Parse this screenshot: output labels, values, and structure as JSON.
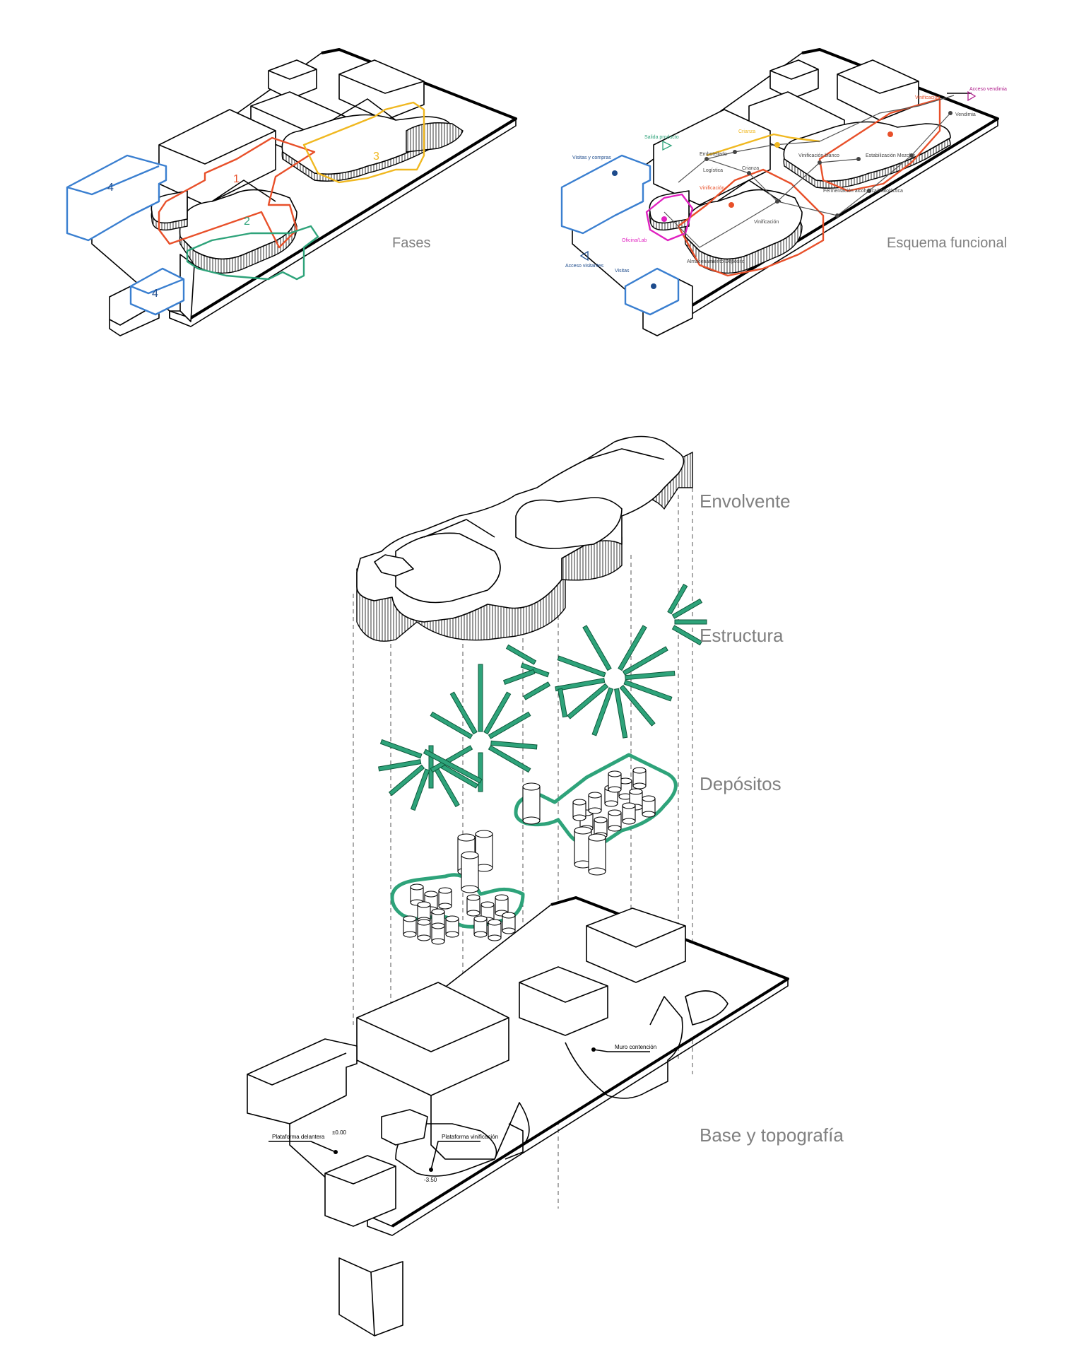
{
  "panels": {
    "fases": {
      "title": "Fases",
      "phase_labels": [
        "1",
        "2",
        "3",
        "4",
        "4"
      ],
      "colors": {
        "phase1": "#e8502a",
        "phase2": "#2ea37a",
        "phase3": "#f0b820",
        "phase4": "#3a7fd0"
      }
    },
    "esquema": {
      "title": "Esquema funcional",
      "labels": {
        "acceso_vendimia": "Acceso vendimia",
        "vinificacion_top": "Vinificación",
        "vendimia": "Vendimia",
        "salida_producto": "Salida producto",
        "crianza_top": "Crianza",
        "embotellado": "Embotellado",
        "logistica": "Logística",
        "crianza": "Crianza",
        "visitas_compras": "Visitas y compras",
        "vinificacion_mid": "Vinificación",
        "vinificacion_blanco": "Vinificación blanco",
        "estabilizacion": "Estabilización Mezclas",
        "fermentacion": "Fermentación alcohólica/Maloláctica",
        "vinificacion_low": "Vinificación",
        "oficina_lab": "Oficina/Lab",
        "acceso_visitantes": "Acceso visitantes",
        "visitas": "Visitas",
        "almacen": "Almacenamiento Depósito"
      },
      "colors": {
        "acceso": "#b01e8c",
        "vinificacion": "#e8502a",
        "salida": "#2ea37a",
        "crianza": "#f0b820",
        "visitas": "#3a7fd0",
        "oficina": "#e020c0"
      }
    },
    "exploded": {
      "layers": [
        "Envolvente",
        "Estructura",
        "Depósitos",
        "Base y topografía"
      ],
      "annotations": {
        "muro": "Muro contención",
        "plataforma_delantera": "Plataforma delantera",
        "cota_0": "±0.00",
        "plataforma_vinificacion": "Plataforma vinificación",
        "cota_350": "-3.50"
      },
      "colors": {
        "structure": "#2ea37a"
      }
    }
  }
}
